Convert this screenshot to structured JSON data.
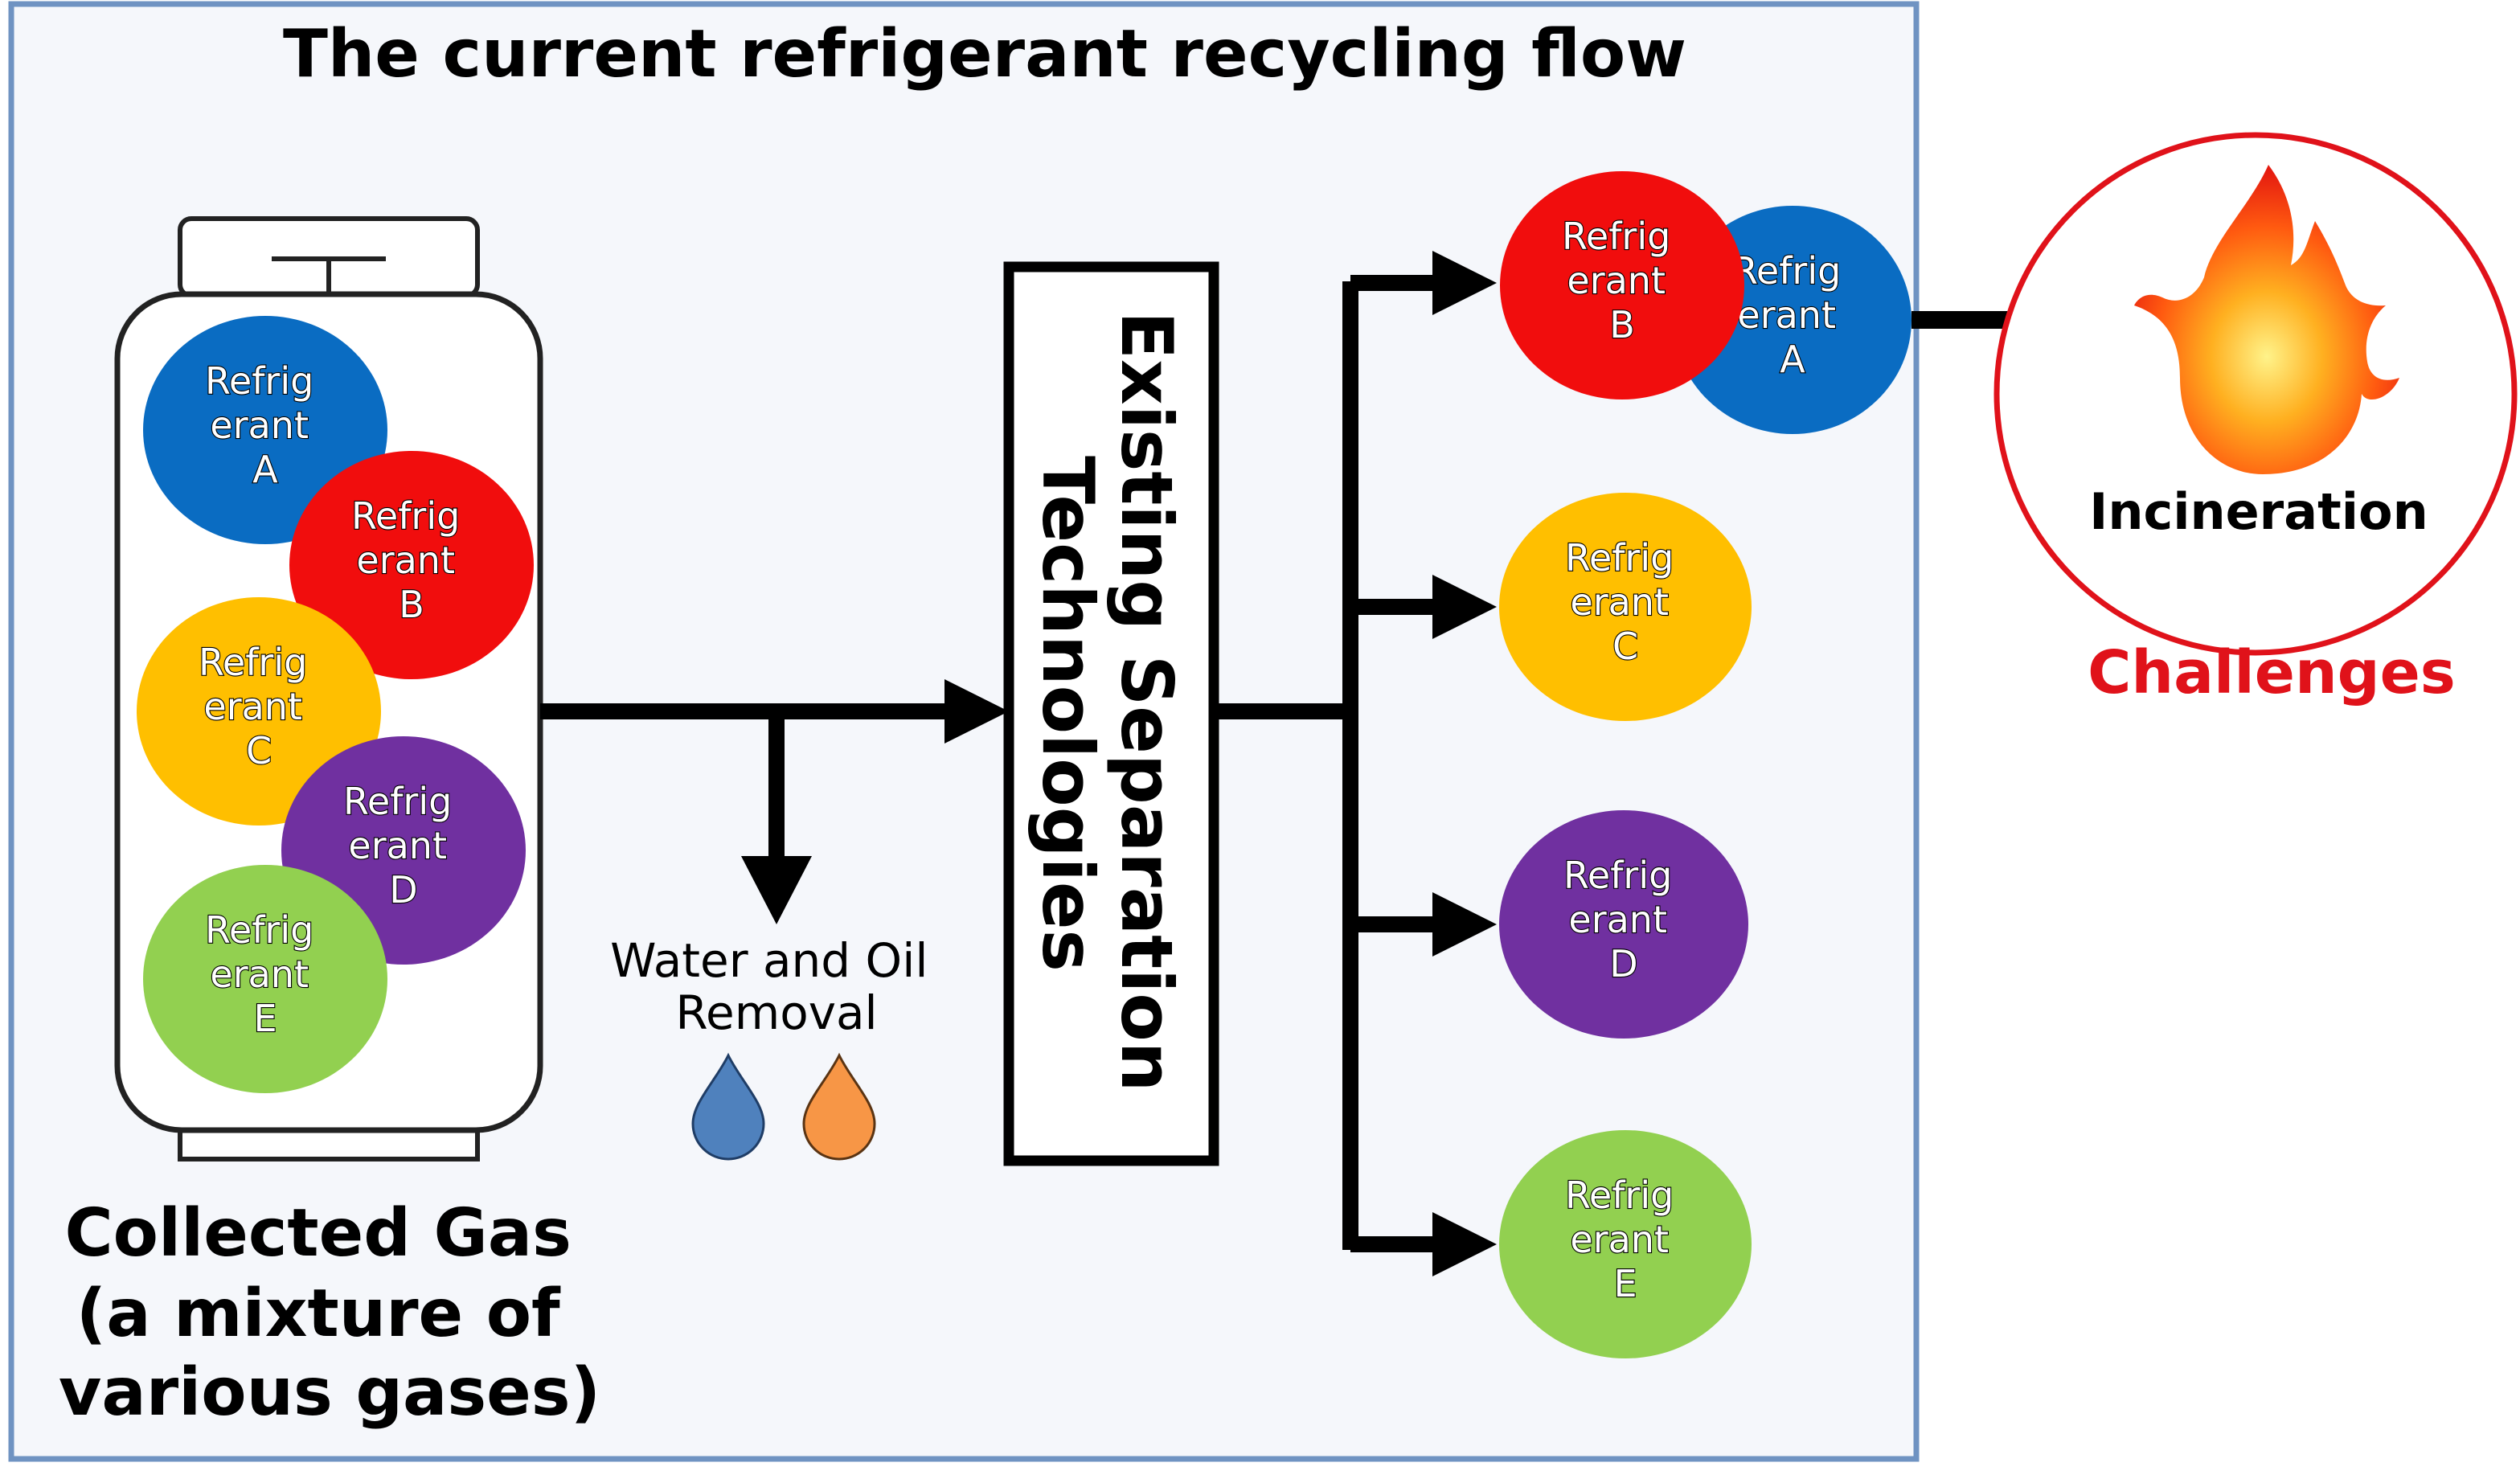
{
  "title": "The current refrigerant recycling flow",
  "cylinder": {
    "caption_lines": [
      "Collected Gas",
      "(a mixture of",
      "various gases)"
    ],
    "refrigerants": [
      {
        "id": "A",
        "lines": [
          "Refrig",
          "erant",
          "A"
        ],
        "color": "#0a6cc2"
      },
      {
        "id": "B",
        "lines": [
          "Refrig",
          "erant",
          "B"
        ],
        "color": "#f10d0d"
      },
      {
        "id": "C",
        "lines": [
          "Refrig",
          "erant",
          "C"
        ],
        "color": "#ffbf00"
      },
      {
        "id": "D",
        "lines": [
          "Refrig",
          "erant",
          "D"
        ],
        "color": "#7030a0"
      },
      {
        "id": "E",
        "lines": [
          "Refrig",
          "erant",
          "E"
        ],
        "color": "#92d050"
      }
    ]
  },
  "water_oil": {
    "lines": [
      "Water and Oil",
      "Removal"
    ],
    "drop_colors": [
      "#4f81bd",
      "#f79646"
    ]
  },
  "separation": {
    "lines": [
      "Existing Separation",
      "Technologies"
    ]
  },
  "outputs": [
    {
      "id": "B",
      "lines": [
        "Refrig",
        "erant",
        "B"
      ],
      "color": "#f10d0d"
    },
    {
      "id": "A",
      "lines": [
        "Refrig",
        "erant",
        "A"
      ],
      "color": "#0a6cc2"
    },
    {
      "id": "C",
      "lines": [
        "Refrig",
        "erant",
        "C"
      ],
      "color": "#ffbf00"
    },
    {
      "id": "D",
      "lines": [
        "Refrig",
        "erant",
        "D"
      ],
      "color": "#7030a0"
    },
    {
      "id": "E",
      "lines": [
        "Refrig",
        "erant",
        "E"
      ],
      "color": "#92d050"
    }
  ],
  "incineration": {
    "label": "Incineration",
    "ring_color": "#e0121a"
  },
  "challenges": {
    "label": "Challenges",
    "color": "#e0121a"
  },
  "colors": {
    "frame_border": "#6f93c2",
    "frame_fill": "#f5f7fb",
    "arrow": "#000000"
  }
}
